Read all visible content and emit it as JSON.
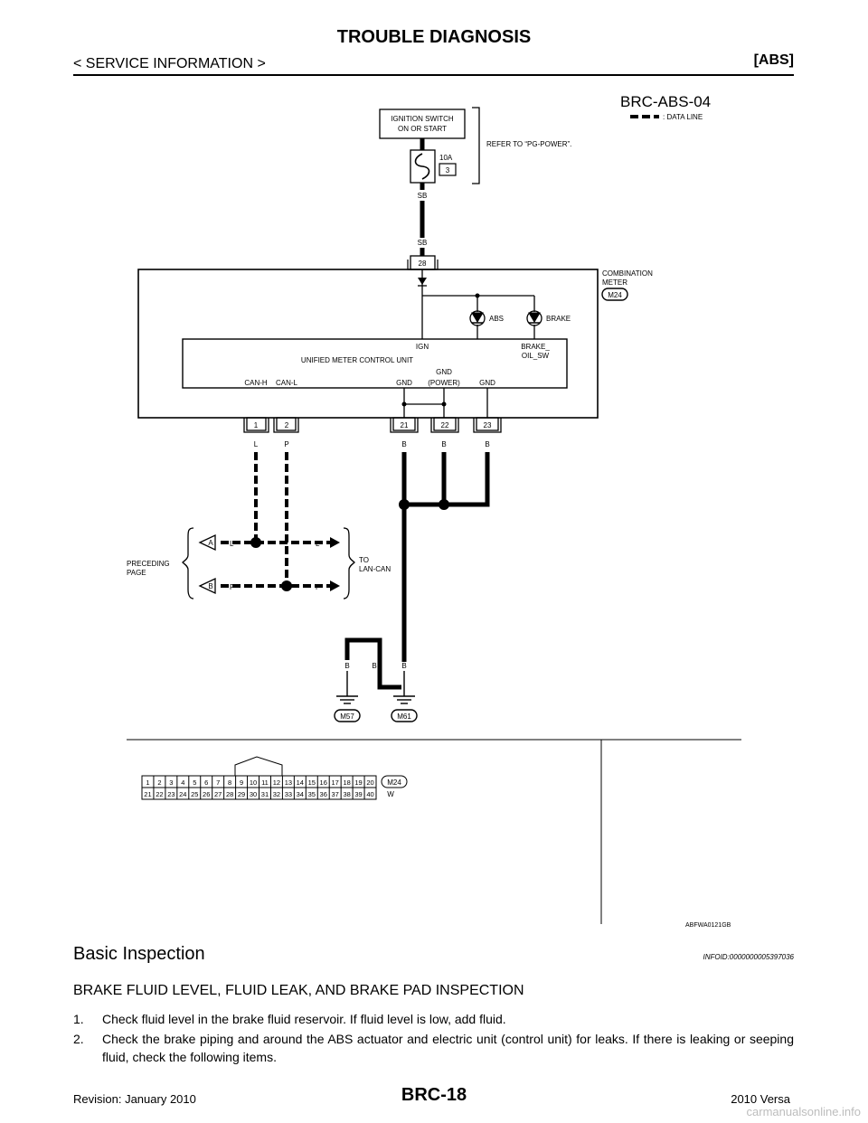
{
  "header": {
    "title": "TROUBLE DIAGNOSIS",
    "section_left": "< SERVICE INFORMATION >",
    "section_right": "[ABS]"
  },
  "diagram": {
    "code": "BRC-ABS-04",
    "legend_label": ": DATA LINE",
    "ignition_line1": "IGNITION SWITCH",
    "ignition_line2": "ON OR START",
    "fuse_rating": "10A",
    "fuse_number": "3",
    "refer_note": "REFER TO “PG-POWER”.",
    "wire_color_sb_top": "SB",
    "wire_color_sb_bottom": "SB",
    "meter_terminal": "28",
    "meter_name_line1": "COMBINATION",
    "meter_name_line2": "METER",
    "meter_connector": "M24",
    "lamp_abs": "ABS",
    "lamp_brake": "BRAKE",
    "ign_label": "IGN",
    "control_unit": "UNIFIED METER CONTROL UNIT",
    "brake_oil_line1": "BRAKE_",
    "brake_oil_line2": "OIL_SW",
    "pin_can_h": "CAN-H",
    "pin_can_l": "CAN-L",
    "pin_gnd": "GND",
    "pin_gnd_power_line1": "GND",
    "pin_gnd_power_line2": "(POWER)",
    "pin_gnd2": "GND",
    "terminals": [
      "1",
      "2",
      "21",
      "22",
      "23"
    ],
    "wire_colors": [
      "L",
      "P",
      "B",
      "B",
      "B"
    ],
    "preceding_line1": "PRECEDING",
    "preceding_line2": "PAGE",
    "marker_a": "A",
    "marker_b": "B",
    "can_l_left": "L",
    "can_l_right": "L",
    "can_p_left": "P",
    "can_p_right": "P",
    "to_line1": "TO",
    "to_line2": "LAN-CAN",
    "ground_wire_colors": [
      "B",
      "B",
      "B"
    ],
    "ground_m57": "M57",
    "ground_m61": "M61",
    "connector_row1": [
      "1",
      "2",
      "3",
      "4",
      "5",
      "6",
      "7",
      "8",
      "9",
      "10",
      "11",
      "12",
      "13",
      "14",
      "15",
      "16",
      "17",
      "18",
      "19",
      "20"
    ],
    "connector_row2": [
      "21",
      "22",
      "23",
      "24",
      "25",
      "26",
      "27",
      "28",
      "29",
      "30",
      "31",
      "32",
      "33",
      "34",
      "35",
      "36",
      "37",
      "38",
      "39",
      "40"
    ],
    "connector_id": "M24",
    "connector_color": "W",
    "figure_code": "ABFWA0121GB"
  },
  "content": {
    "heading": "Basic Inspection",
    "infoid": "INFOID:0000000005397036",
    "subheading": "BRAKE FLUID LEVEL, FLUID LEAK, AND BRAKE PAD INSPECTION",
    "steps": [
      {
        "num": "1.",
        "text": "Check fluid level in the brake fluid reservoir. If fluid level is low, add fluid."
      },
      {
        "num": "2.",
        "text": "Check the brake piping and around the ABS actuator and electric unit (control unit) for leaks. If there is leaking or seeping fluid, check the following items."
      }
    ]
  },
  "footer": {
    "revision": "Revision: January 2010",
    "page": "BRC-18",
    "model": "2010 Versa",
    "watermark": "carmanualsonline.info"
  }
}
